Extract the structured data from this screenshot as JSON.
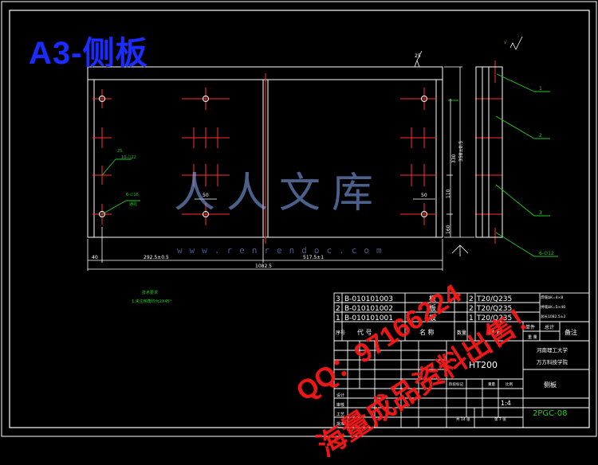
{
  "sheet_title": "A3-侧板",
  "roughness_top": "25",
  "roughness_corner": "√",
  "dims": {
    "left_offset": "40",
    "span1": "292.5±0.5",
    "span2": "517.5±1",
    "total": "1082.5",
    "right_a": "330",
    "right_b": "358±0.5",
    "right_c": "110",
    "right_d": "160",
    "spacing_left": "50",
    "spacing_right": "50"
  },
  "hole_callouts": {
    "a_top": "25",
    "a_label": "10-∅22",
    "b_top": "6-∅16",
    "b_label": "通孔"
  },
  "side_view_callouts": [
    "1",
    "2",
    "3",
    "6-∅12"
  ],
  "tech_notes_title": "技术要求",
  "tech_notes_line": "1.未注倒角均为2X45°",
  "right_notes": [
    "焊缝ΔK=4×8",
    "拼缝ΔK=5×40",
    "总长1082.5±2"
  ],
  "bom": [
    {
      "num": "3",
      "code": "B-010101003",
      "name": "板",
      "qty": "2",
      "mat": "T20/Q235"
    },
    {
      "num": "2",
      "code": "B-010101002",
      "name": "板",
      "qty": "2",
      "mat": "T20/Q235"
    },
    {
      "num": "1",
      "code": "B-010101001",
      "name": "板",
      "qty": "1",
      "mat": "T20/Q235"
    }
  ],
  "bom_header": {
    "num": "序号",
    "code": "代 号",
    "name": "名 称",
    "qty": "数量",
    "mat": "材 料",
    "weight": "单件",
    "total": "总计",
    "note": "备注",
    "weight_sub": "重 量"
  },
  "title_block": {
    "material": "HT200",
    "school1": "河南理工大学",
    "school2": "万方科技学院",
    "part_name": "侧板",
    "scale": "1:4",
    "drawing_no": "2PGC-08",
    "sheet_total": "共 14 张",
    "sheet_num": "第 7 张",
    "stage_label": "阶段标记",
    "weight_label": "重量",
    "scale_label": "比例",
    "roles": [
      "设计",
      "审核",
      "工艺",
      "批准"
    ]
  },
  "logo_text": "人人文库",
  "logo_url": "www.renrendoc.com",
  "watermark1": "QQ：97166224",
  "watermark2": "海量成品资料出售！"
}
